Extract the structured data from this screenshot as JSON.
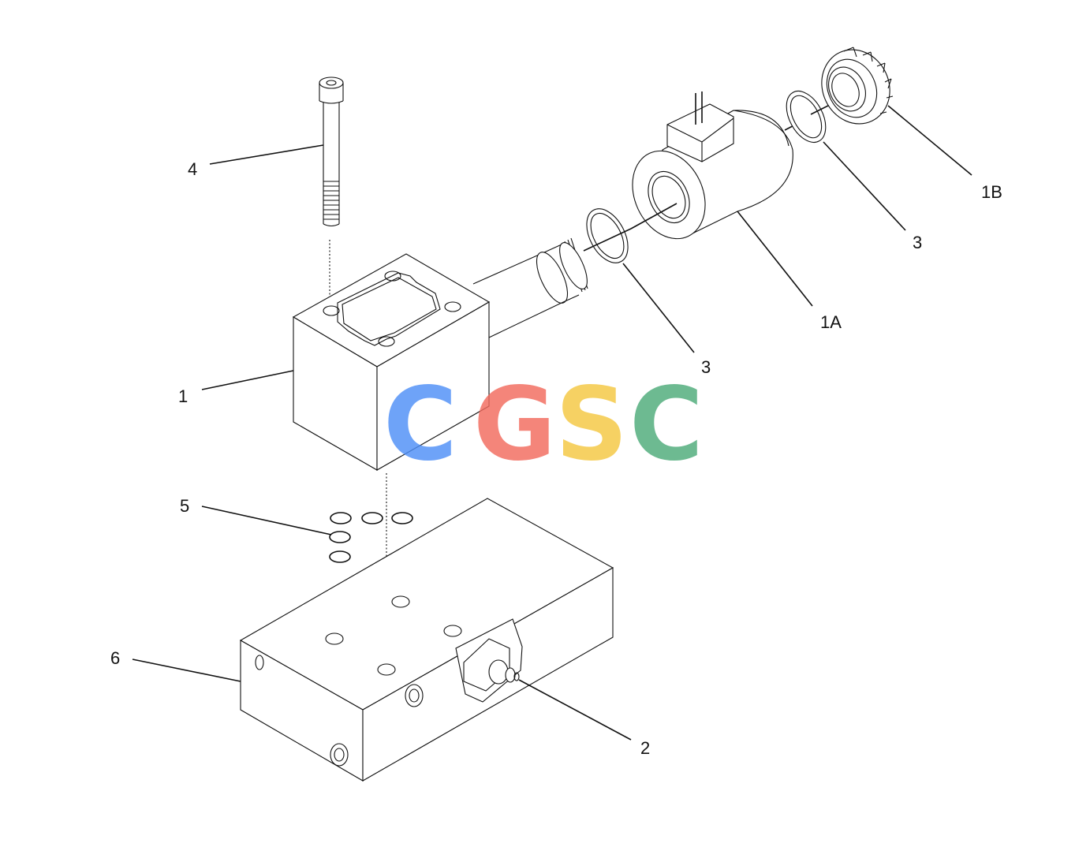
{
  "callouts": {
    "item_1": "1",
    "item_1a": "1A",
    "item_1b": "1B",
    "item_2": "2",
    "item_3_lower": "3",
    "item_3_upper": "3",
    "item_4": "4",
    "item_5": "5",
    "item_6": "6"
  },
  "watermark": {
    "letters": [
      "C",
      "G",
      "S",
      "C"
    ],
    "colors": [
      "#4f8ff7",
      "#f26b5e",
      "#f5c842",
      "#4eab7a"
    ]
  },
  "colors": {
    "line": "#111111",
    "background": "#ffffff"
  }
}
